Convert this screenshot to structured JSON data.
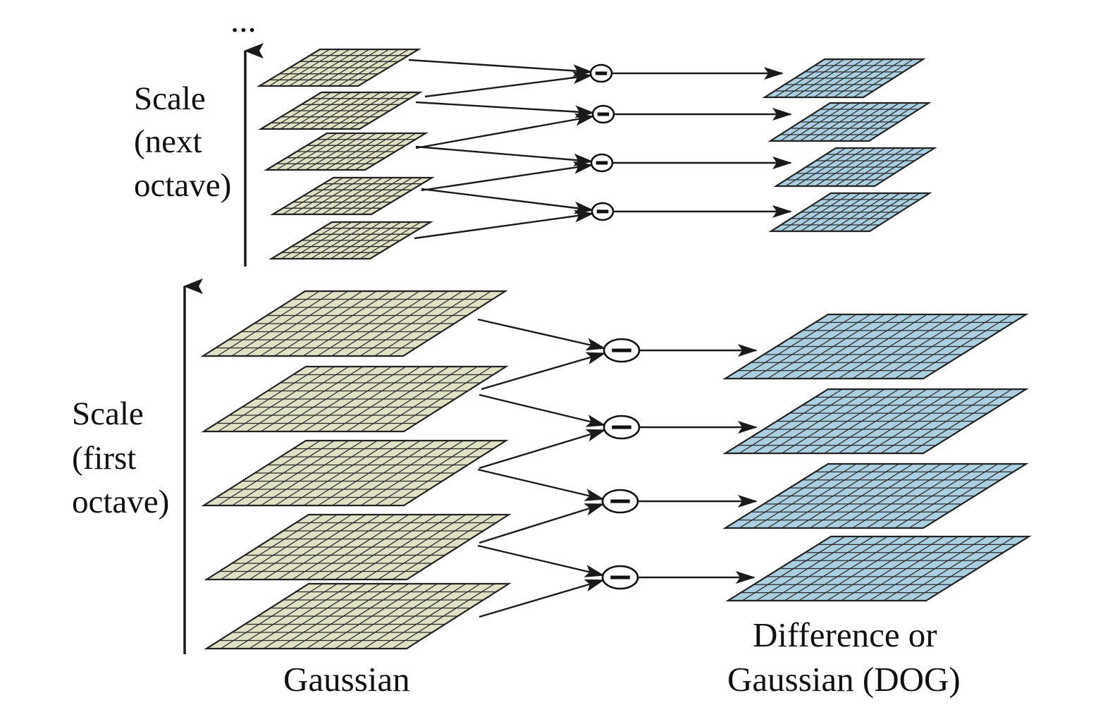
{
  "labels": {
    "ellipsis": "...",
    "scale_next_octave": [
      "Scale",
      "(next",
      "octave)"
    ],
    "scale_first_octave": [
      "Scale",
      "(first",
      "octave)"
    ],
    "gaussian": "Gaussian",
    "dog": [
      "Difference or",
      "Gaussian (DOG)"
    ]
  },
  "octaves": [
    {
      "name": "next-octave",
      "gaussian_layers": 5,
      "dog_layers": 4,
      "subtract_ops": 4
    },
    {
      "name": "first-octave",
      "gaussian_layers": 5,
      "dog_layers": 4,
      "subtract_ops": 4
    }
  ],
  "colors": {
    "gaussian_fill": "#dfe0c4",
    "dog_fill": "#a9cfe0",
    "ink": "#1a1a1a"
  },
  "icons": {
    "subtract": "minus-circle-icon",
    "arrow": "arrowhead-icon"
  }
}
